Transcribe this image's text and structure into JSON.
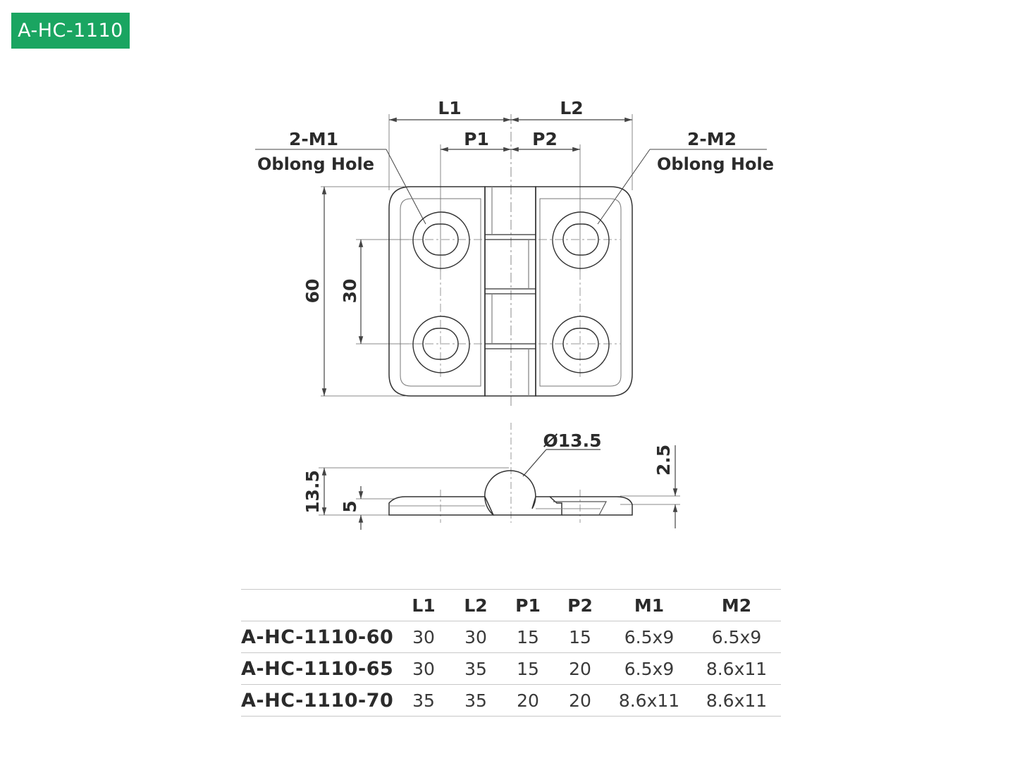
{
  "badge": "A-HC-1110",
  "drawing": {
    "dim_L1": "L1",
    "dim_L2": "L2",
    "dim_P1": "P1",
    "dim_P2": "P2",
    "hole1_line1": "2-M1",
    "hole1_line2": "Oblong Hole",
    "hole2_line1": "2-M2",
    "hole2_line2": "Oblong Hole",
    "dim_height": "60",
    "dim_pitch": "30",
    "dim_knuckle": "Ø13.5",
    "dim_total_thickness": "13.5",
    "dim_leaf_offset": "5",
    "dim_leaf_thickness": "2.5"
  },
  "table": {
    "headers": [
      "",
      "L1",
      "L2",
      "P1",
      "P2",
      "M1",
      "M2"
    ],
    "rows": [
      [
        "A-HC-1110-60",
        "30",
        "30",
        "15",
        "15",
        "6.5x9",
        "6.5x9"
      ],
      [
        "A-HC-1110-65",
        "30",
        "35",
        "15",
        "20",
        "6.5x9",
        "8.6x11"
      ],
      [
        "A-HC-1110-70",
        "35",
        "35",
        "20",
        "20",
        "8.6x11",
        "8.6x11"
      ]
    ]
  }
}
